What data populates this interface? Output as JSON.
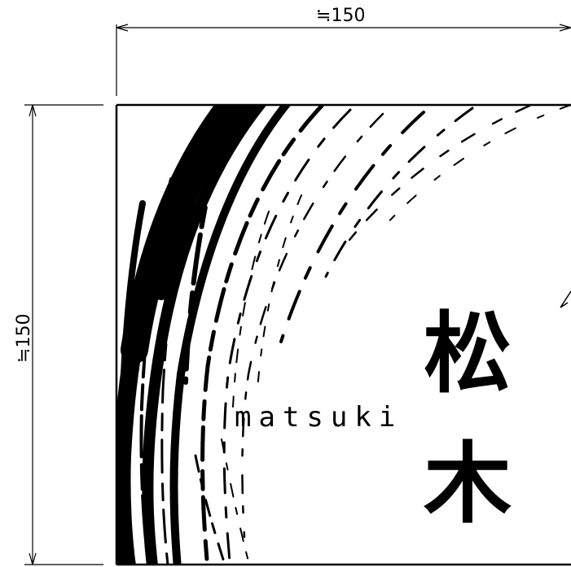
{
  "dimensions": {
    "width_label": "≒150",
    "height_label": "≒150"
  },
  "nameplate": {
    "romaji": "matsuki",
    "kanji_1": "松",
    "kanji_2": "木"
  },
  "colors": {
    "ink": "#000000",
    "paper": "#ffffff"
  }
}
